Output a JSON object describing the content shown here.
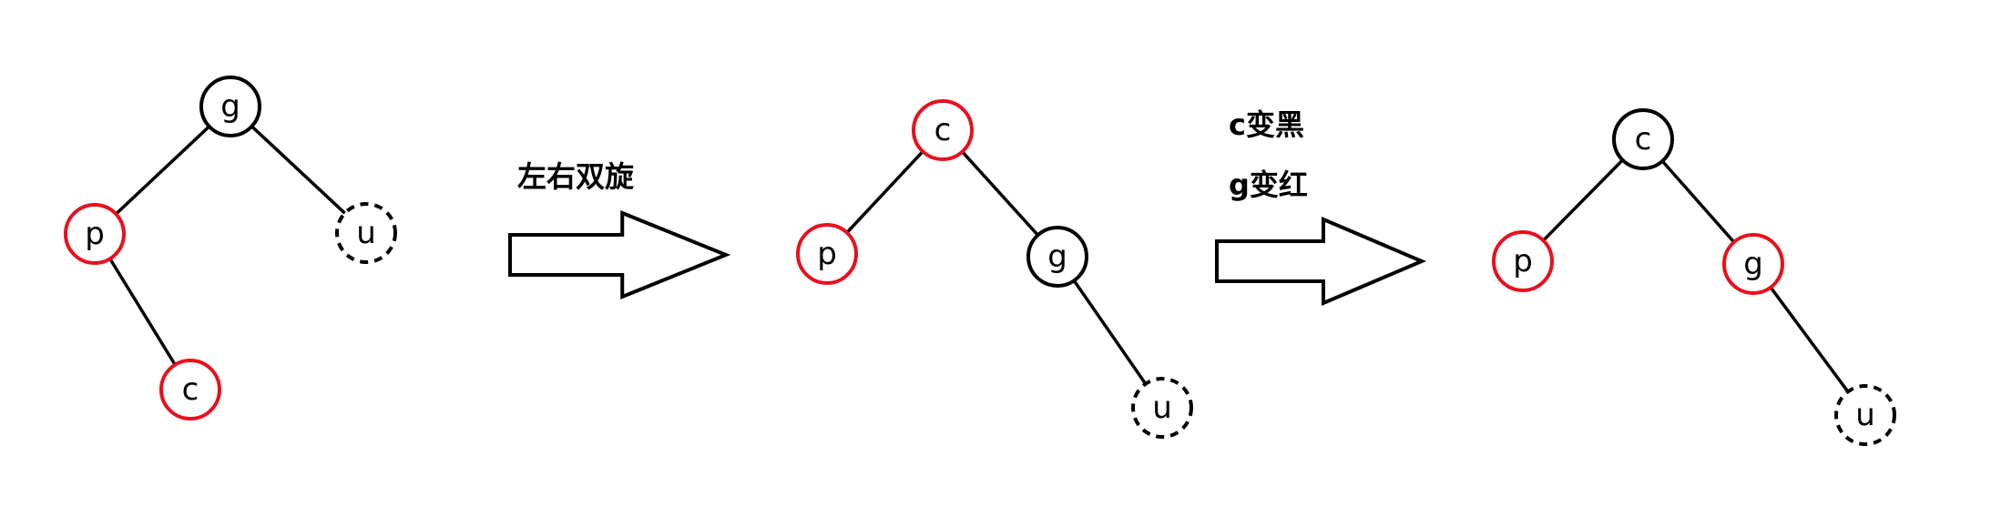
{
  "colors": {
    "red": "#e8101e",
    "black": "#000000",
    "white": "#ffffff"
  },
  "trees": [
    {
      "name": "before",
      "nodes": [
        {
          "id": "g",
          "label": "g",
          "color": "black",
          "nil": false
        },
        {
          "id": "p",
          "label": "p",
          "color": "red",
          "nil": false
        },
        {
          "id": "u",
          "label": "u",
          "color": "black",
          "nil": true
        },
        {
          "id": "c",
          "label": "c",
          "color": "red",
          "nil": false
        }
      ],
      "edges": [
        [
          "g",
          "p"
        ],
        [
          "g",
          "u"
        ],
        [
          "p",
          "c"
        ]
      ]
    },
    {
      "name": "after-rotation",
      "nodes": [
        {
          "id": "c",
          "label": "c",
          "color": "red",
          "nil": false
        },
        {
          "id": "p",
          "label": "p",
          "color": "red",
          "nil": false
        },
        {
          "id": "g",
          "label": "g",
          "color": "black",
          "nil": false
        },
        {
          "id": "u",
          "label": "u",
          "color": "black",
          "nil": true
        }
      ],
      "edges": [
        [
          "c",
          "p"
        ],
        [
          "c",
          "g"
        ],
        [
          "g",
          "u"
        ]
      ]
    },
    {
      "name": "after-recolor",
      "nodes": [
        {
          "id": "c",
          "label": "c",
          "color": "black",
          "nil": false
        },
        {
          "id": "p",
          "label": "p",
          "color": "red",
          "nil": false
        },
        {
          "id": "g",
          "label": "g",
          "color": "red",
          "nil": false
        },
        {
          "id": "u",
          "label": "u",
          "color": "black",
          "nil": true
        }
      ],
      "edges": [
        [
          "c",
          "p"
        ],
        [
          "c",
          "g"
        ],
        [
          "g",
          "u"
        ]
      ]
    }
  ],
  "arrows": [
    {
      "lines": [
        "左右双旋"
      ]
    },
    {
      "lines": [
        "c变黑",
        "g变红"
      ]
    }
  ]
}
